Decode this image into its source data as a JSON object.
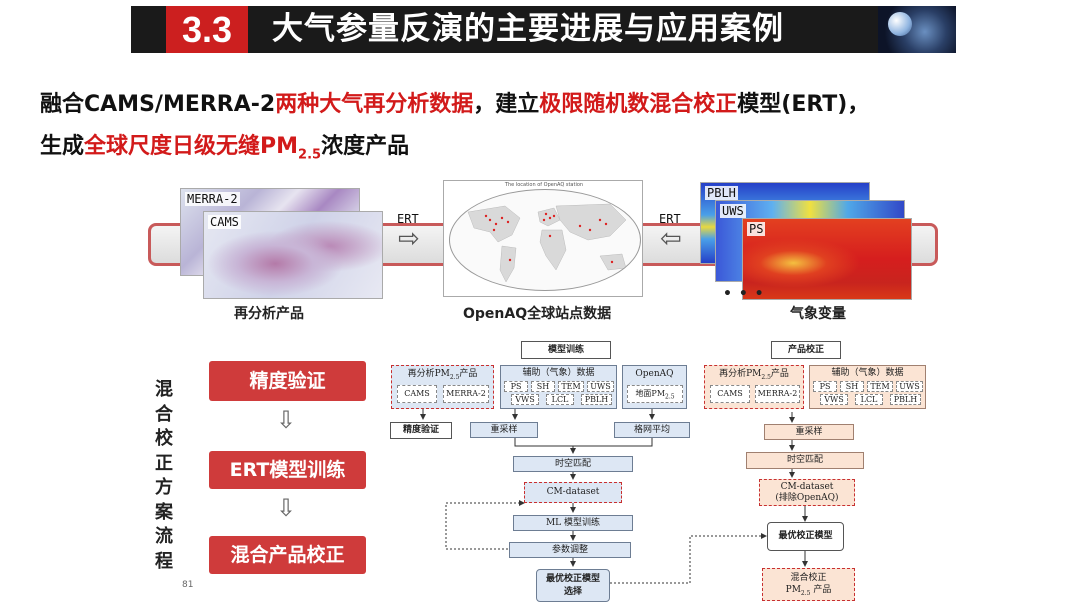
{
  "header": {
    "section_number": "3.3",
    "title": "大气参量反演的主要进展与应用案例"
  },
  "headline": {
    "line1": [
      {
        "text": "融合CAMS/MERRA-2",
        "red": false
      },
      {
        "text": "两种大气再分析数据",
        "red": true
      },
      {
        "text": "，建立",
        "red": false
      },
      {
        "text": "极限随机数混合校正",
        "red": true
      },
      {
        "text": "模型(ERT)，",
        "red": false
      }
    ],
    "line2_prefix": "生成",
    "line2_red": "全球尺度日级无缝PM",
    "line2_sub": "2.5",
    "line2_suffix": "浓度产品"
  },
  "inputs": {
    "merra_label": "MERRA-2",
    "cams_label": "CAMS",
    "ert_left": "ERT",
    "ert_right": "ERT",
    "map_caption": "The location of OpenAQ station",
    "pblh_label": "PBLH",
    "uws_label": "UWS",
    "ps_label": "PS",
    "more": "• • •",
    "caption_reanalysis": "再分析产品",
    "caption_openaq": "OpenAQ全球站点数据",
    "caption_meteo": "气象变量"
  },
  "flow": {
    "vertical_label": [
      "混",
      "合",
      "校",
      "正",
      "方",
      "案",
      "流",
      "程"
    ],
    "step1": "精度验证",
    "step2": "ERT模型训练",
    "step3": "混合产品校正",
    "page_number": "81"
  },
  "diagram": {
    "train_title": "模型训练",
    "correct_title": "产品校正",
    "reanalysis_title": "再分析PM",
    "reanalysis_sub": "2.5",
    "reanalysis_suffix": "产品",
    "cams": "CAMS",
    "merra": "MERRA-2",
    "aux_title": "辅助（气象）数据",
    "aux_cells_row1": [
      "PS",
      "SH",
      "TEM",
      "UWS"
    ],
    "aux_cells_row2": [
      "VWS",
      "LCL",
      "PBLH"
    ],
    "openaq_title": "OpenAQ",
    "openaq_cell": "地面PM",
    "openaq_sub": "2.5",
    "accuracy": "精度验证",
    "resample": "重采样",
    "grid_avg": "格网平均",
    "st_match": "时空匹配",
    "cm_dataset": "CM-dataset",
    "ml_train": "ML 模型训练",
    "param_tune": "参数调整",
    "best_select_1": "最优校正模型",
    "best_select_2": "选择",
    "r_resample": "重采样",
    "r_st_match": "时空匹配",
    "r_cm_1": "CM-dataset",
    "r_cm_2": "(排除OpenAQ)",
    "r_best": "最优校正模型",
    "r_product_1": "混合校正",
    "r_product_2": "PM",
    "r_product_sub": "2.5",
    "r_product_3": " 产品"
  }
}
